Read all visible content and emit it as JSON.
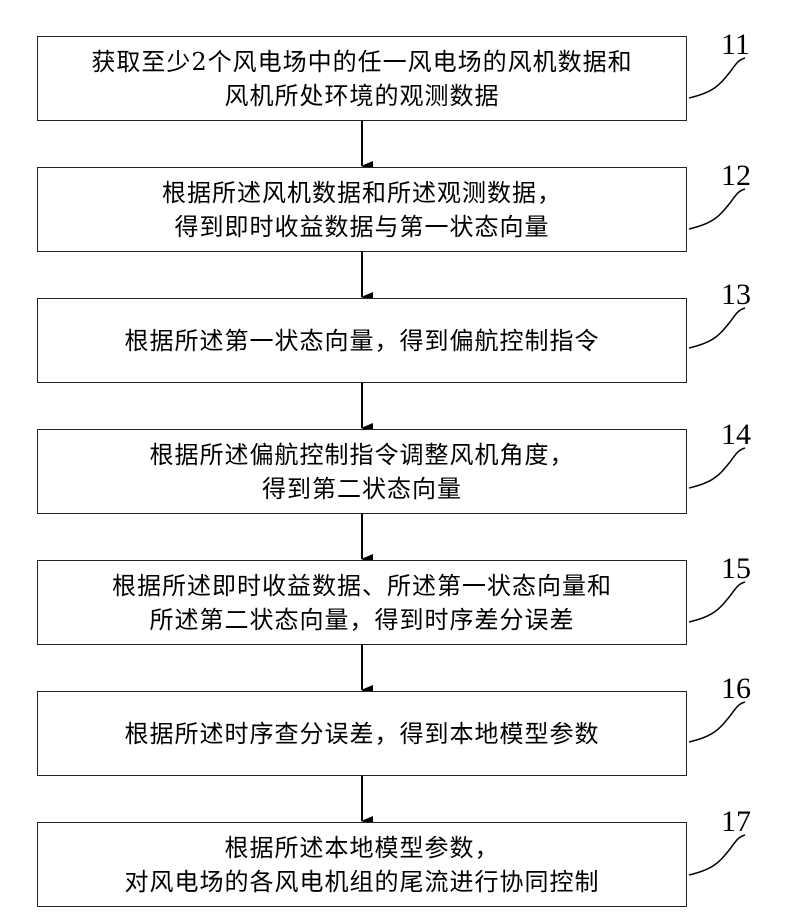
{
  "steps": [
    {
      "id": "11",
      "lines": [
        "获取至少2个风电场中的任一风电场的风机数据和",
        "风机所处环境的观测数据"
      ]
    },
    {
      "id": "12",
      "lines": [
        "根据所述风机数据和所述观测数据，",
        "得到即时收益数据与第一状态向量"
      ]
    },
    {
      "id": "13",
      "lines": [
        "根据所述第一状态向量，得到偏航控制指令"
      ]
    },
    {
      "id": "14",
      "lines": [
        "根据所述偏航控制指令调整风机角度，",
        "得到第二状态向量"
      ]
    },
    {
      "id": "15",
      "lines": [
        "根据所述即时收益数据、所述第一状态向量和",
        "所述第二状态向量，得到时序差分误差"
      ]
    },
    {
      "id": "16",
      "lines": [
        "根据所述时序查分误差，得到本地模型参数"
      ]
    },
    {
      "id": "17",
      "lines": [
        "根据所述本地模型参数，",
        "对风电场的各风电机组的尾流进行协同控制"
      ]
    }
  ]
}
